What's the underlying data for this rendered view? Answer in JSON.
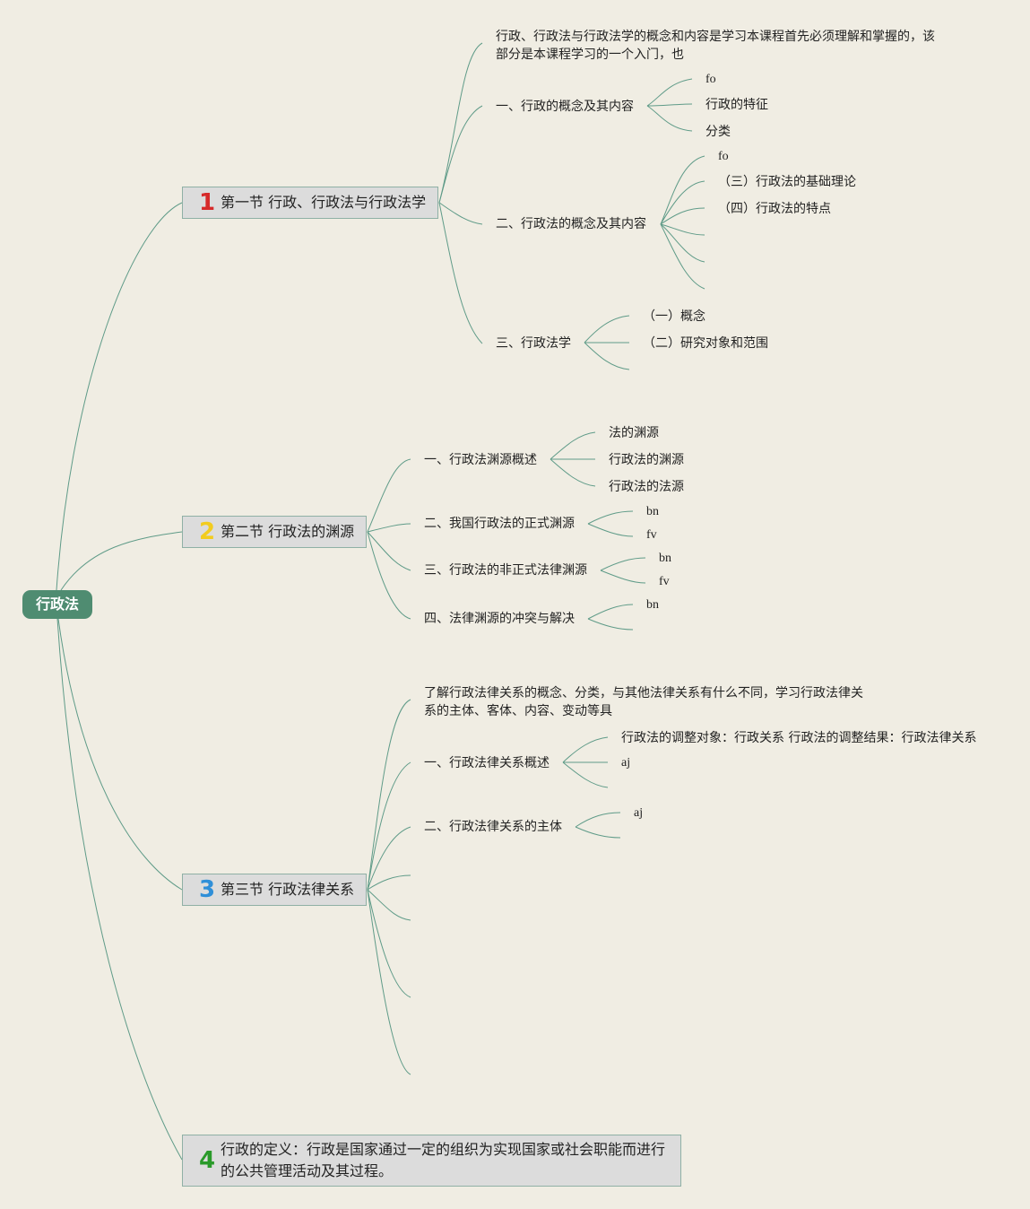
{
  "root": {
    "label": "行政法"
  },
  "sections": [
    {
      "number": "1",
      "number_color": "#d62a2a",
      "label": "第一节 行政、行政法与行政法学"
    },
    {
      "number": "2",
      "number_color": "#f2cc1f",
      "label": "第二节 行政法的渊源"
    },
    {
      "number": "3",
      "number_color": "#2f8fd8",
      "label": "第三节 行政法律关系"
    },
    {
      "number": "4",
      "number_color": "#2a9a2a",
      "label": "行政的定义：行政是国家通过一定的组织为实现国家或社会职能而进行的公共管理活动及其过程。"
    }
  ],
  "section1": {
    "intro": "行政、行政法与行政法学的概念和内容是学习本课程首先必须理解和掌握的，该部分是本课程学习的一个入门，也",
    "topic1": {
      "label": "一、行政的概念及其内容",
      "children": [
        "fo",
        "行政的特征",
        "分类"
      ]
    },
    "topic2": {
      "label": "二、行政法的概念及其内容",
      "children": [
        "fo",
        "（三）行政法的基础理论",
        "（四）行政法的特点"
      ]
    },
    "topic3": {
      "label": "三、行政法学",
      "children": [
        "（一）概念",
        "（二）研究对象和范围"
      ]
    }
  },
  "section2": {
    "topic1": {
      "label": "一、行政法渊源概述",
      "children": [
        "法的渊源",
        "行政法的渊源",
        "行政法的法源"
      ]
    },
    "topic2": {
      "label": "二、我国行政法的正式渊源",
      "children": [
        "bn",
        "fv"
      ]
    },
    "topic3": {
      "label": "三、行政法的非正式法律渊源",
      "children": [
        "bn",
        "fv"
      ]
    },
    "topic4": {
      "label": "四、法律渊源的冲突与解决",
      "children": [
        "bn"
      ]
    }
  },
  "section3": {
    "intro": "了解行政法律关系的概念、分类，与其他法律关系有什么不同，学习行政法律关系的主体、客体、内容、变动等具",
    "topic1": {
      "label": "一、行政法律关系概述",
      "children": [
        "行政法的调整对象：行政关系 行政法的调整结果：行政法律关系",
        "aj"
      ]
    },
    "topic2": {
      "label": "二、行政法律关系的主体",
      "children": [
        "aj"
      ]
    }
  }
}
